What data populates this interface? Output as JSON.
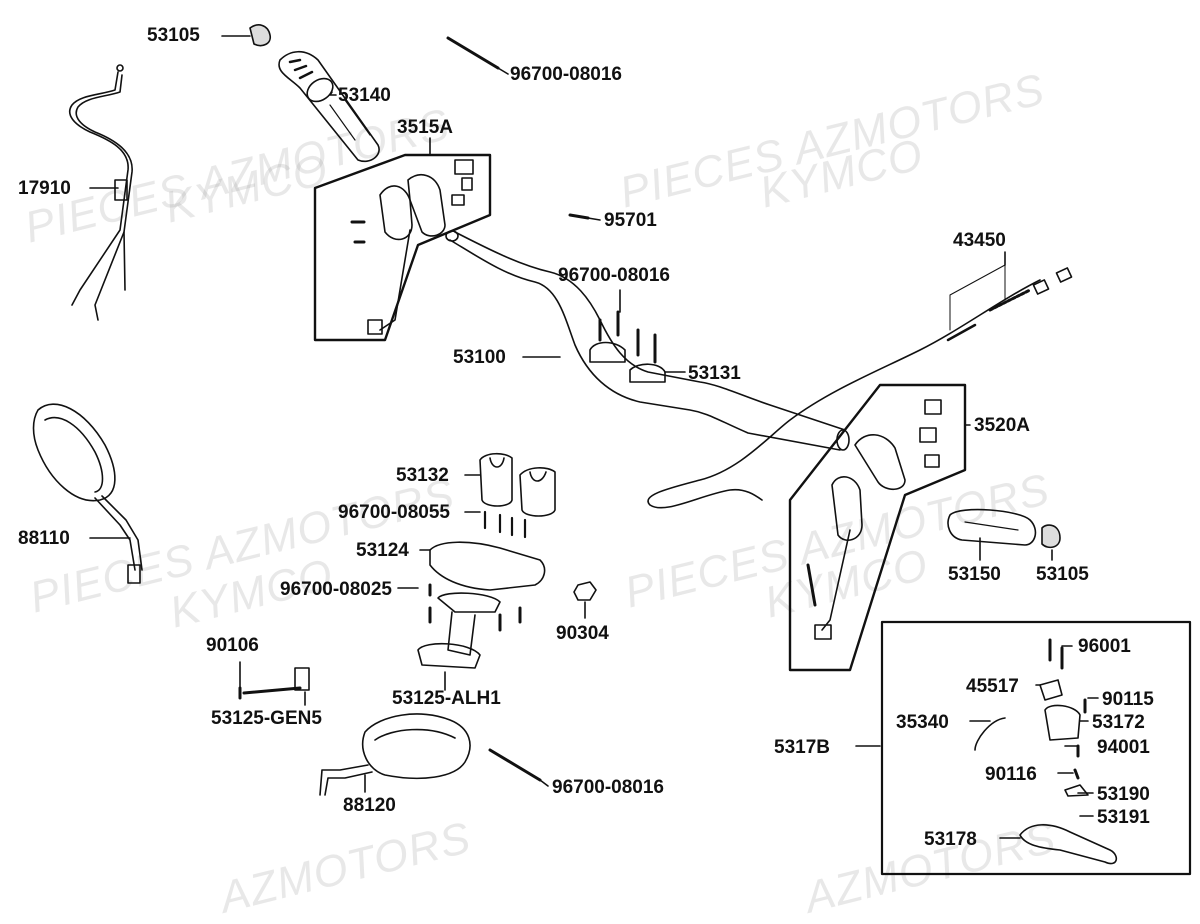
{
  "watermark": {
    "text1": "PIECES AZMOTORS",
    "text2": "KYMCO",
    "text3": "AZMOTORS"
  },
  "labels": {
    "p53105_top": "53105",
    "p96700_08016_top": "96700-08016",
    "p53140": "53140",
    "p3515A": "3515A",
    "p17910": "17910",
    "p95701": "95701",
    "p43450": "43450",
    "p96700_08016_mid": "96700-08016",
    "p53100": "53100",
    "p53131": "53131",
    "p3520A": "3520A",
    "p53132": "53132",
    "p96700_08055": "96700-08055",
    "p88110": "88110",
    "p53124": "53124",
    "p96700_08025": "96700-08025",
    "p53150": "53150",
    "p53105_right": "53105",
    "p90304": "90304",
    "p90106": "90106",
    "p53125_ALH1": "53125-ALH1",
    "p53125_GEN5": "53125-GEN5",
    "p96001": "96001",
    "p45517": "45517",
    "p90115": "90115",
    "p35340": "35340",
    "p53172": "53172",
    "p5317B": "5317B",
    "p94001": "94001",
    "p90116": "90116",
    "p53190": "53190",
    "p53191": "53191",
    "p53178": "53178",
    "p88120": "88120",
    "p96700_08016_bot": "96700-08016"
  }
}
